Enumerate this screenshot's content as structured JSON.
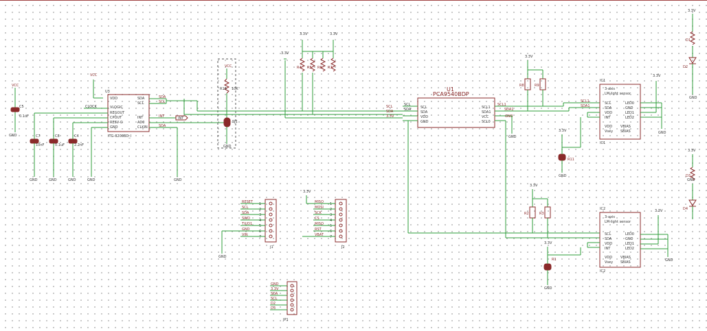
{
  "labels": {
    "vcc": "VCC",
    "gnd": "GND",
    "v33": "3.3V",
    "u3": "U3",
    "u3_part": "ITG-3200BD_I",
    "u3_pins_left": [
      "VDD",
      "VLOGIC",
      "REGOUT",
      "CPOUT",
      "RESV-G",
      "GND"
    ],
    "u3_pins_right": [
      "SDA",
      "SCL",
      "INT",
      "AD0",
      "CLKIN"
    ],
    "c5": "C5",
    "c5_val": "0.1uF",
    "c7": "C7",
    "c7_val": "10nF",
    "c8": "C8",
    "c8_val": "0.1uF",
    "c4": "C4",
    "c4_val": "2.2nF",
    "clock": "CLOCK",
    "int": "INT",
    "sj1": "SJ1",
    "r10": "R10",
    "r10_val": "10K",
    "u1": "U1",
    "u1_part": "PCA9540BDP",
    "u1_pins_left": [
      "SCL",
      "SDA",
      "VDD",
      "GND"
    ],
    "u1_pins_right": [
      "SCL1",
      "SDA1",
      "VCC",
      "SCL0"
    ],
    "sig_scl": "SCL",
    "sig_sda": "SDA",
    "sig_33v": "3.3V",
    "sig_scl1": "SCL1",
    "sig_sda1": "SDA1",
    "sig_scl0": "SCL0",
    "sig_sda0": "SDA0",
    "r4": "R4",
    "r5": "R5",
    "r6": "R6",
    "r7": "R7",
    "r8": "R8",
    "r9": "R9",
    "r1": "R1",
    "r2": "R2",
    "r3": "R3",
    "r11": "R11",
    "ic1": "IC1",
    "ic2": "IC2",
    "ic_title": "3-axis",
    "ic_sub": "LM-light sensor",
    "ic_pins_left": [
      "SCL",
      "SDA",
      "VDD",
      "INT"
    ],
    "ic_pins_right": [
      "LED0",
      "GND",
      "LED1",
      "LED2"
    ],
    "ic_pins_bottom": [
      "VDD",
      "VBIAS",
      "Vsey",
      "SBIAS"
    ],
    "led_d1": "D1",
    "led_d2": "D2",
    "led_d3": "D3",
    "led_d4": "D4",
    "j1": "J1",
    "j1_pins": [
      "RESET",
      "SCL",
      "SDA",
      "SWD",
      "TX/D1",
      "GND",
      "VIN"
    ],
    "j2": "J2",
    "j2_pins": [
      "MISO",
      "MOSI",
      "SCK",
      "CS",
      "MISO",
      "RST",
      "VBAT"
    ],
    "jp1": "JP1",
    "jp1_pins": [
      "GND",
      "3.3V",
      "SDA",
      "SCL",
      "D2",
      "D3"
    ],
    "j1_nums": [
      "1",
      "2",
      "3",
      "4",
      "5",
      "6",
      "7"
    ],
    "j2_nums": [
      "1",
      "2",
      "3",
      "4",
      "5",
      "6",
      "7"
    ]
  },
  "colors": {
    "wire": "#2e9e3a",
    "part": "#8a2a2a",
    "grid": "#b9b9b9",
    "border": "#a04040"
  }
}
